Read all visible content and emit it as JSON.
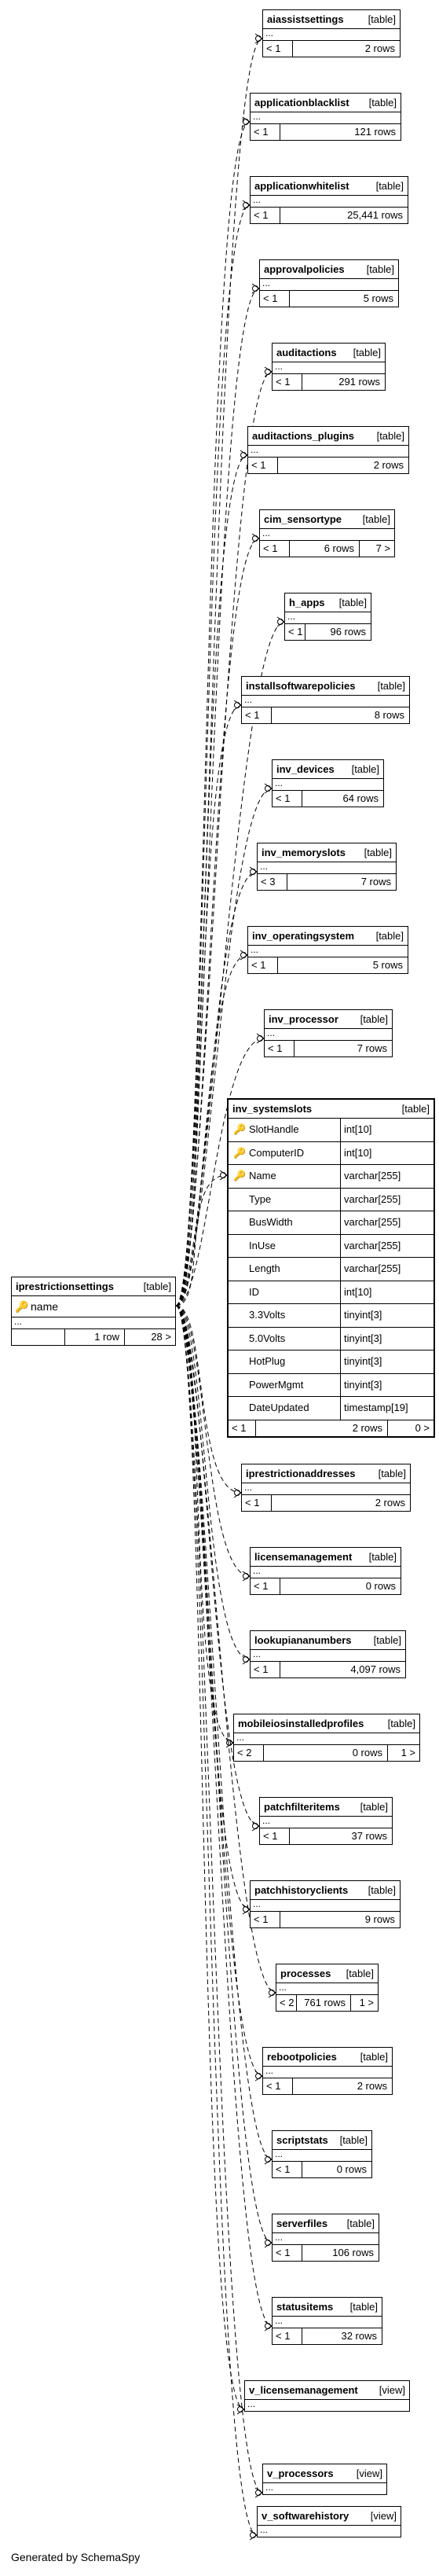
{
  "root_table": {
    "name": "iprestrictionsettings",
    "type": "[table]",
    "key_symbol": "🔑",
    "column": "name",
    "dots": "...",
    "rows": "1 row",
    "children": "28 >"
  },
  "center_table": {
    "name": "inv_systemslots",
    "type": "[table]",
    "columns": [
      {
        "key": "pk",
        "key_symbol": "🔑",
        "name": "SlotHandle",
        "type": "int[10]"
      },
      {
        "key": "pk",
        "key_symbol": "🔑",
        "name": "ComputerID",
        "type": "int[10]"
      },
      {
        "key": "fk",
        "key_symbol": "🔑",
        "name": "Name",
        "type": "varchar[255]"
      },
      {
        "key": "",
        "key_symbol": "",
        "name": "Type",
        "type": "varchar[255]"
      },
      {
        "key": "",
        "key_symbol": "",
        "name": "BusWidth",
        "type": "varchar[255]"
      },
      {
        "key": "",
        "key_symbol": "",
        "name": "InUse",
        "type": "varchar[255]"
      },
      {
        "key": "",
        "key_symbol": "",
        "name": "Length",
        "type": "varchar[255]"
      },
      {
        "key": "",
        "key_symbol": "",
        "name": "ID",
        "type": "int[10]"
      },
      {
        "key": "",
        "key_symbol": "",
        "name": "3.3Volts",
        "type": "tinyint[3]"
      },
      {
        "key": "",
        "key_symbol": "",
        "name": "5.0Volts",
        "type": "tinyint[3]"
      },
      {
        "key": "",
        "key_symbol": "",
        "name": "HotPlug",
        "type": "tinyint[3]"
      },
      {
        "key": "",
        "key_symbol": "",
        "name": "PowerMgmt",
        "type": "tinyint[3]"
      },
      {
        "key": "",
        "key_symbol": "",
        "name": "DateUpdated",
        "type": "timestamp[19]"
      }
    ],
    "parents": "< 1",
    "rows": "2 rows",
    "children": "0 >"
  },
  "tables": [
    {
      "name": "aiassistsettings",
      "type": "[table]",
      "dots": "...",
      "parents": "< 1",
      "rows": "2 rows",
      "children": ""
    },
    {
      "name": "applicationblacklist",
      "type": "[table]",
      "dots": "...",
      "parents": "< 1",
      "rows": "121 rows",
      "children": ""
    },
    {
      "name": "applicationwhitelist",
      "type": "[table]",
      "dots": "...",
      "parents": "< 1",
      "rows": "25,441 rows",
      "children": ""
    },
    {
      "name": "approvalpolicies",
      "type": "[table]",
      "dots": "...",
      "parents": "< 1",
      "rows": "5 rows",
      "children": ""
    },
    {
      "name": "auditactions",
      "type": "[table]",
      "dots": "...",
      "parents": "< 1",
      "rows": "291 rows",
      "children": ""
    },
    {
      "name": "auditactions_plugins",
      "type": "[table]",
      "dots": "...",
      "parents": "< 1",
      "rows": "2 rows",
      "children": ""
    },
    {
      "name": "cim_sensortype",
      "type": "[table]",
      "dots": "...",
      "parents": "< 1",
      "rows": "6 rows",
      "children": "7 >"
    },
    {
      "name": "h_apps",
      "type": "[table]",
      "dots": "...",
      "parents": "< 1",
      "rows": "96 rows",
      "children": ""
    },
    {
      "name": "installsoftwarepolicies",
      "type": "[table]",
      "dots": "...",
      "parents": "< 1",
      "rows": "8 rows",
      "children": ""
    },
    {
      "name": "inv_devices",
      "type": "[table]",
      "dots": "...",
      "parents": "< 1",
      "rows": "64 rows",
      "children": ""
    },
    {
      "name": "inv_memoryslots",
      "type": "[table]",
      "dots": "...",
      "parents": "< 3",
      "rows": "7 rows",
      "children": ""
    },
    {
      "name": "inv_operatingsystem",
      "type": "[table]",
      "dots": "...",
      "parents": "< 1",
      "rows": "5 rows",
      "children": ""
    },
    {
      "name": "inv_processor",
      "type": "[table]",
      "dots": "...",
      "parents": "< 1",
      "rows": "7 rows",
      "children": ""
    },
    {
      "name": "iprestrictionaddresses",
      "type": "[table]",
      "dots": "...",
      "parents": "< 1",
      "rows": "2 rows",
      "children": ""
    },
    {
      "name": "licensemanagement",
      "type": "[table]",
      "dots": "...",
      "parents": "< 1",
      "rows": "0 rows",
      "children": ""
    },
    {
      "name": "lookupiananumbers",
      "type": "[table]",
      "dots": "...",
      "parents": "< 1",
      "rows": "4,097 rows",
      "children": ""
    },
    {
      "name": "mobileiosinstalledprofiles",
      "type": "[table]",
      "dots": "...",
      "parents": "< 2",
      "rows": "0 rows",
      "children": "1 >"
    },
    {
      "name": "patchfilteritems",
      "type": "[table]",
      "dots": "...",
      "parents": "< 1",
      "rows": "37 rows",
      "children": ""
    },
    {
      "name": "patchhistoryclients",
      "type": "[table]",
      "dots": "...",
      "parents": "< 1",
      "rows": "9 rows",
      "children": ""
    },
    {
      "name": "processes",
      "type": "[table]",
      "dots": "...",
      "parents": "< 2",
      "rows": "761 rows",
      "children": "1 >"
    },
    {
      "name": "rebootpolicies",
      "type": "[table]",
      "dots": "...",
      "parents": "< 1",
      "rows": "2 rows",
      "children": ""
    },
    {
      "name": "scriptstats",
      "type": "[table]",
      "dots": "...",
      "parents": "< 1",
      "rows": "0 rows",
      "children": ""
    },
    {
      "name": "serverfiles",
      "type": "[table]",
      "dots": "...",
      "parents": "< 1",
      "rows": "106 rows",
      "children": ""
    },
    {
      "name": "statusitems",
      "type": "[table]",
      "dots": "...",
      "parents": "< 1",
      "rows": "32 rows",
      "children": ""
    },
    {
      "name": "v_licensemanagement",
      "type": "[view]",
      "dots": "...",
      "parents": "",
      "rows": "",
      "children": ""
    },
    {
      "name": "v_processors",
      "type": "[view]",
      "dots": "...",
      "parents": "",
      "rows": "",
      "children": ""
    },
    {
      "name": "v_softwarehistory",
      "type": "[view]",
      "dots": "...",
      "parents": "",
      "rows": "",
      "children": ""
    }
  ],
  "footer": "Generated by SchemaSpy"
}
